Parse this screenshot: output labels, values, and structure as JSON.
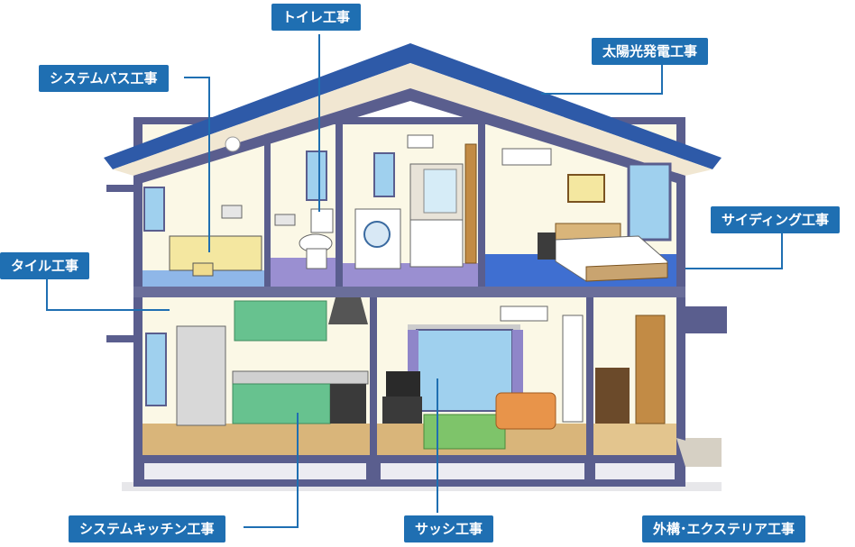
{
  "labels": {
    "toilet": "トイレ工事",
    "solar": "太陽光発電工事",
    "system_bath": "システムバス工事",
    "siding": "サイディング工事",
    "tile": "タイル工事",
    "system_kitchen": "システムキッチン工事",
    "sash": "サッシ工事",
    "exterior": "外構･エクステリア工事"
  },
  "colors": {
    "label_bg": "#1f6fb2",
    "label_text": "#ffffff",
    "roof": "#2e5aa8",
    "wall_frame": "#5a5e8e",
    "floor_blue": "#3f6fd1",
    "floor_wood": "#d9b57a",
    "leader_line": "#1f6fb2"
  }
}
